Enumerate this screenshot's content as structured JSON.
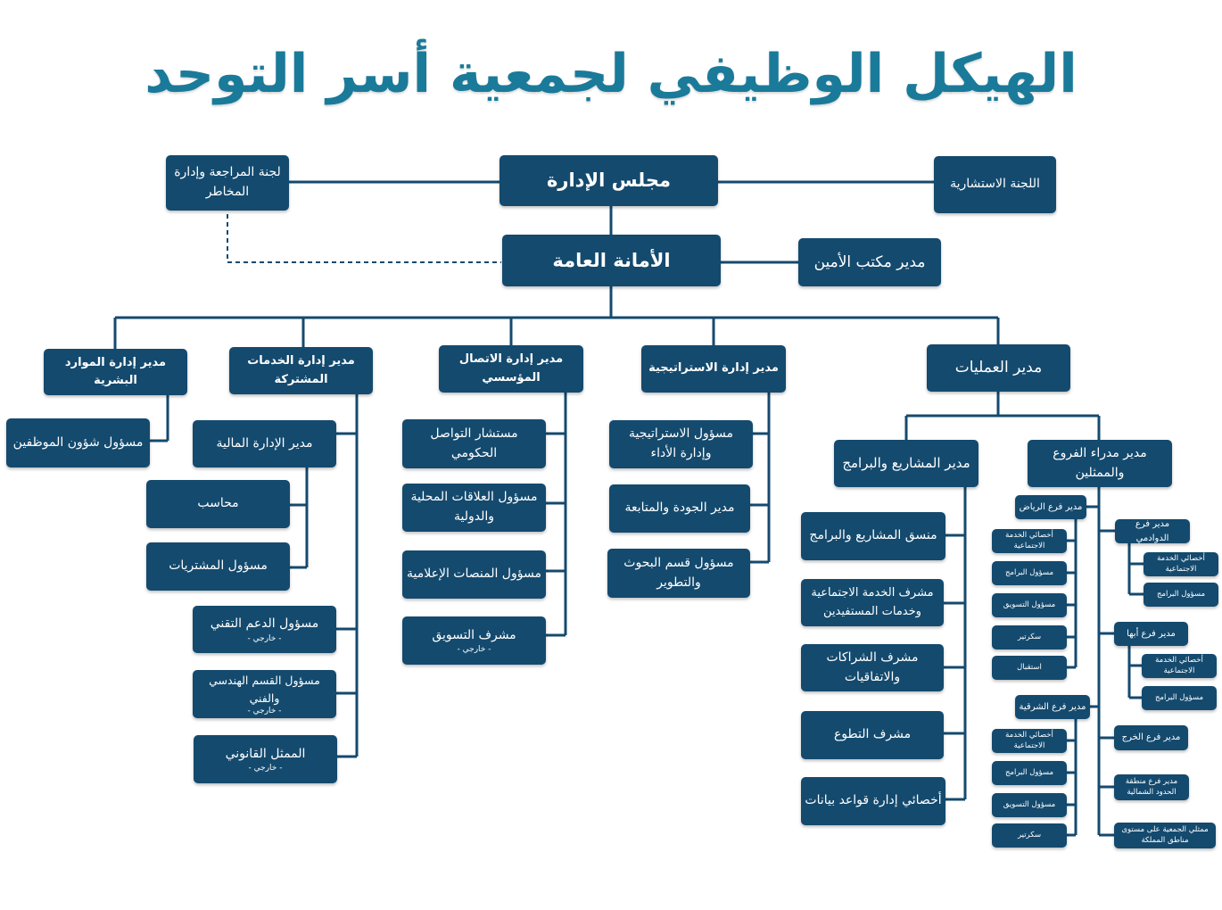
{
  "title": "الهيكل الوظيفي لجمعية أسر التوحد",
  "board": "مجلس الإدارة",
  "audit_committee": "لجنة المراجعة وإدارة المخاطر",
  "advisory_committee": "اللجنة الاستشارية",
  "secretariat": "الأمانة العامة",
  "secretary_office": "مدير مكتب الأمين",
  "external_note": "- خارجي -",
  "hr": {
    "head": "مدير إدارة الموارد البشرية",
    "items": [
      "مسؤول شؤون الموظفين"
    ]
  },
  "shared": {
    "head": "مدير إدارة الخدمات المشتركة",
    "finance": "مدير الإدارة المالية",
    "accountant": "محاسب",
    "purchasing": "مسؤول المشتريات",
    "tech_support": "مسؤول الدعم التقني",
    "engineering": "مسؤول القسم الهندسي والفني",
    "legal": "الممثل القانوني"
  },
  "comm": {
    "head": "مدير إدارة الاتصال المؤسسي",
    "items": [
      "مستشار التواصل الحكومي",
      "مسؤول العلاقات المحلية والدولية",
      "مسؤول المنصات الإعلامية",
      "مشرف التسويق"
    ]
  },
  "strategy": {
    "head": "مدير إدارة الاستراتيجية",
    "items": [
      "مسؤول الاستراتيجية وإدارة الأداء",
      "مدير الجودة والمتابعة",
      "مسؤول قسم البحوث والتطوير"
    ]
  },
  "operations": {
    "head": "مدير العمليات",
    "projects": {
      "head": "مدير المشاريع والبرامج",
      "items": [
        "منسق المشاريع والبرامج",
        "مشرف الخدمة الاجتماعية وخدمات المستفيدين",
        "مشرف الشراكات والاتفاقيات",
        "مشرف التطوع",
        "أخصائي إدارة قواعد بيانات"
      ]
    },
    "branches": {
      "head": "مدير مدراء الفروع والممثلين",
      "riyadh": {
        "head": "مدير فرع الرياض",
        "items": [
          "أخصائي الخدمة الاجتماعية",
          "مسؤول البرامج",
          "مسؤول التسويق",
          "سكرتير",
          "استقبال"
        ]
      },
      "sharqiya": {
        "head": "مدير فرع الشرقية",
        "items": [
          "أخصائي الخدمة الاجتماعية",
          "مسؤول البرامج",
          "مسؤول التسويق",
          "سكرتير"
        ]
      },
      "dawadmi": {
        "head": "مدير فرع الدوادمي",
        "items": [
          "أخصائي الخدمة الاجتماعية",
          "مسؤول البرامج"
        ]
      },
      "abha": {
        "head": "مدير فرع أبها",
        "items": [
          "أخصائي الخدمة الاجتماعية",
          "مسؤول البرامج"
        ]
      },
      "kharj": "مدير فرع الخرج",
      "northern": "مدير فرع منطقة الحدود الشمالية",
      "representatives": "ممثلي الجمعية على مستوى مناطق المملكة"
    }
  },
  "colors": {
    "box": "#144a6e",
    "title": "#1a7a9a",
    "line": "#144a6e"
  }
}
